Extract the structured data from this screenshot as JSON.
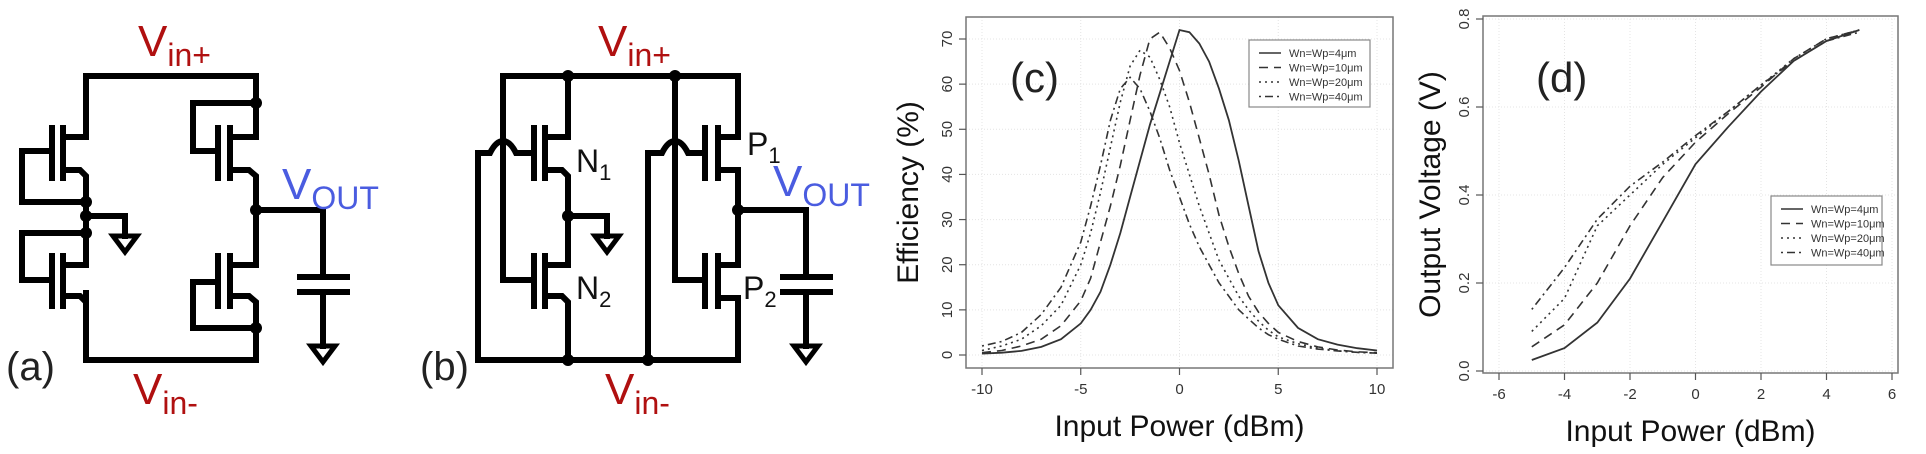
{
  "figure": {
    "panel_a": {
      "label": "(a)",
      "vin_plus": {
        "main": "V",
        "sub": "in+"
      },
      "vin_minus": {
        "main": "V",
        "sub": "in-"
      },
      "vout": {
        "main": "V",
        "sub": "OUT"
      }
    },
    "panel_b": {
      "label": "(b)",
      "vin_plus": {
        "main": "V",
        "sub": "in+"
      },
      "vin_minus": {
        "main": "V",
        "sub": "in-"
      },
      "vout": {
        "main": "V",
        "sub": "OUT"
      },
      "transistors": [
        {
          "main": "N",
          "sub": "1"
        },
        {
          "main": "N",
          "sub": "2"
        },
        {
          "main": "P",
          "sub": "1"
        },
        {
          "main": "P",
          "sub": "2"
        }
      ]
    },
    "colors": {
      "vin": "#b01010",
      "vout": "#4a5ce0"
    }
  },
  "chart_data": [
    {
      "type": "line",
      "panel_label": "(c)",
      "title": "",
      "xlabel": "Input Power (dBm)",
      "ylabel": "Efficiency (%)",
      "xlim": [
        -10.5,
        10.5
      ],
      "ylim": [
        -2.5,
        75
      ],
      "xticks": [
        -10,
        -5,
        0,
        5,
        10
      ],
      "yticks": [
        0,
        10,
        20,
        30,
        40,
        50,
        60,
        70
      ],
      "grid": true,
      "legend_position": "upper right",
      "series": [
        {
          "name": "Wn=Wp=4μm",
          "style": "solid",
          "x": [
            -10,
            -9,
            -8,
            -7,
            -6,
            -5,
            -4.5,
            -4,
            -3.5,
            -3,
            -2.5,
            -2,
            -1.5,
            -1,
            -0.5,
            0,
            0.5,
            1,
            1.5,
            2,
            2.5,
            3,
            3.5,
            4,
            4.5,
            5,
            6,
            7,
            8,
            9,
            10
          ],
          "y": [
            0.3,
            0.5,
            0.9,
            1.8,
            3.5,
            7,
            10,
            14,
            20,
            27,
            35,
            43,
            51,
            58,
            65,
            72,
            71.5,
            69,
            65,
            59,
            52,
            43,
            33,
            23,
            16,
            11,
            6,
            3.5,
            2.3,
            1.5,
            1
          ]
        },
        {
          "name": "Wn=Wp=10μm",
          "style": "dashed",
          "x": [
            -10,
            -9,
            -8,
            -7,
            -6,
            -5,
            -4.5,
            -4,
            -3.5,
            -3,
            -2.5,
            -2,
            -1.5,
            -1,
            -0.5,
            0,
            0.5,
            1,
            1.5,
            2,
            2.5,
            3,
            3.5,
            4,
            4.5,
            5,
            6,
            7,
            8,
            9,
            10
          ],
          "y": [
            0.5,
            1,
            2,
            3.5,
            6.5,
            12,
            17,
            25,
            33,
            42,
            52,
            62,
            70,
            71.5,
            68,
            63,
            56,
            48,
            40,
            31,
            24,
            18,
            13,
            9.5,
            7,
            5,
            3,
            1.8,
            1.1,
            0.7,
            0.5
          ]
        },
        {
          "name": "Wn=Wp=20μm",
          "style": "dotted",
          "x": [
            -10,
            -9,
            -8,
            -7,
            -6,
            -5,
            -4.5,
            -4,
            -3.5,
            -3,
            -2.5,
            -2,
            -1.5,
            -1,
            -0.5,
            0,
            0.5,
            1,
            1.5,
            2,
            2.5,
            3,
            3.5,
            4,
            4.5,
            5,
            6,
            7,
            8,
            9,
            10
          ],
          "y": [
            1,
            2,
            3.5,
            6.5,
            11,
            20,
            27,
            36,
            46,
            56,
            64,
            67.5,
            66,
            61,
            55,
            47,
            40,
            33,
            27,
            21,
            17,
            13,
            10,
            7.5,
            5.5,
            4,
            2.5,
            1.5,
            0.9,
            0.6,
            0.4
          ]
        },
        {
          "name": "Wn=Wp=40μm",
          "style": "dashdot",
          "x": [
            -10,
            -9,
            -8,
            -7,
            -6,
            -5,
            -4.5,
            -4,
            -3.5,
            -3,
            -2.5,
            -2,
            -1.5,
            -1,
            -0.5,
            0,
            0.5,
            1,
            1.5,
            2,
            2.5,
            3,
            3.5,
            4,
            4.5,
            5,
            6,
            7,
            8,
            9,
            10
          ],
          "y": [
            2,
            3,
            5,
            9,
            15,
            25,
            33,
            42,
            52,
            59,
            61.5,
            59,
            54,
            48,
            41,
            35,
            29,
            24,
            20,
            16,
            13,
            10,
            8,
            6,
            4.5,
            3.5,
            2,
            1.3,
            0.9,
            0.6,
            0.4
          ]
        }
      ]
    },
    {
      "type": "line",
      "panel_label": "(d)",
      "title": "",
      "xlabel": "Input Power (dBm)",
      "ylabel": "Output Voltage (V)",
      "xlim": [
        -6.5,
        6.5
      ],
      "ylim": [
        -0.005,
        0.805
      ],
      "xticks": [
        -6,
        -4,
        -2,
        0,
        2,
        4,
        6
      ],
      "yticks": [
        0.0,
        0.2,
        0.4,
        0.6,
        0.8
      ],
      "ytick_labels": [
        "0.0",
        "0.2",
        "0.4",
        "0.6",
        "0.8"
      ],
      "grid": true,
      "legend_position": "center right",
      "series": [
        {
          "name": "Wn=Wp=4μm",
          "style": "solid",
          "x": [
            -5,
            -4,
            -3,
            -2,
            -1,
            0,
            1,
            2,
            3,
            4,
            5
          ],
          "y": [
            0.025,
            0.052,
            0.11,
            0.21,
            0.34,
            0.47,
            0.555,
            0.635,
            0.705,
            0.75,
            0.775
          ]
        },
        {
          "name": "Wn=Wp=10μm",
          "style": "dashed",
          "x": [
            -5,
            -4,
            -3,
            -2,
            -1,
            0,
            1,
            2,
            3,
            4,
            5
          ],
          "y": [
            0.055,
            0.105,
            0.2,
            0.33,
            0.44,
            0.52,
            0.585,
            0.645,
            0.71,
            0.755,
            0.775
          ]
        },
        {
          "name": "Wn=Wp=20μm",
          "style": "dotted",
          "x": [
            -5,
            -4,
            -3,
            -2,
            -1,
            0,
            1,
            2,
            3,
            4,
            5
          ],
          "y": [
            0.09,
            0.165,
            0.33,
            0.4,
            0.47,
            0.53,
            0.59,
            0.65,
            0.71,
            0.755,
            0.775
          ]
        },
        {
          "name": "Wn=Wp=40μm",
          "style": "dashdot",
          "x": [
            -5,
            -4,
            -3,
            -2,
            -1,
            0,
            1,
            2,
            3,
            4,
            5
          ],
          "y": [
            0.14,
            0.235,
            0.345,
            0.42,
            0.475,
            0.535,
            0.59,
            0.65,
            0.705,
            0.75,
            0.77
          ]
        }
      ]
    }
  ]
}
